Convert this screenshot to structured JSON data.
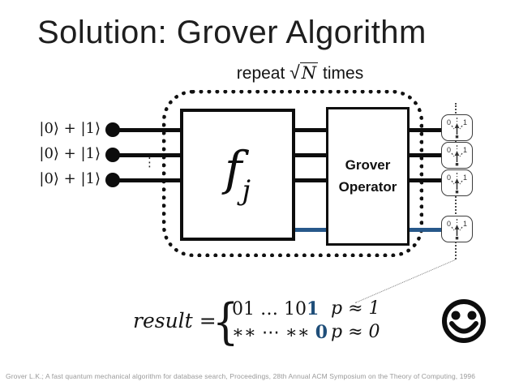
{
  "slide": {
    "title": "Solution: Grover Algorithm",
    "repeat": {
      "prefix": "repeat",
      "radical_symbol": "√",
      "radicand": "N",
      "suffix": "times"
    },
    "footer_citation": "Grover L.K.; A fast quantum mechanical algorithm for database search, Proceedings, 28th Annual ACM Symposium on the Theory of Computing, 1996"
  },
  "circuit": {
    "input_labels": [
      "|0⟩ + |1⟩",
      "|0⟩ + |1⟩",
      "|0⟩ + |1⟩"
    ],
    "ellipsis_symbol": "⋮",
    "oracle": {
      "main": "f",
      "subscript": "j"
    },
    "grover": {
      "line1": "Grover",
      "line2": "Operator"
    },
    "meter": {
      "left_label": "0",
      "right_label": "1"
    },
    "colors": {
      "wire": "#0d0d0d",
      "highlight_wire": "#27588a"
    }
  },
  "result": {
    "lhs": "result",
    "equals": "=",
    "row1": {
      "pattern": "01 … 10",
      "highlight": "1",
      "prob": "p ≈ 1"
    },
    "row2": {
      "pattern": "∗∗ ⋯ ∗∗ ",
      "highlight": "0",
      "prob": "p ≈ 0"
    },
    "highlight_color": "#1f4e79"
  }
}
